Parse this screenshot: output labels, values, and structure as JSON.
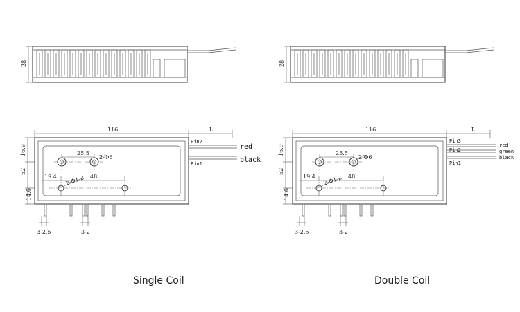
{
  "captions": {
    "left": "Single Coil",
    "right": "Double Coil"
  },
  "dims": {
    "height": "28",
    "length": "116",
    "lead_length": "L",
    "width": "52",
    "top_offset": "16.9",
    "bottom_offset": "14.6",
    "hole_spacing": "25.5",
    "hole_label": "2-Φ6",
    "left_offset": "19.4",
    "pin_spacing": "48",
    "pin_hole_label": "2-Φ1.2",
    "pin_a": "3-2.5",
    "pin_b": "3-2"
  },
  "single": {
    "pin_top": "Pin2",
    "pin_bottom": "Pin1",
    "wire_top": "red",
    "wire_bottom": "black"
  },
  "double": {
    "pin_top": "Pin3",
    "pin_mid": "Pin2",
    "pin_bottom": "Pin1",
    "wire_1": "red",
    "wire_2": "green",
    "wire_3": "black"
  }
}
